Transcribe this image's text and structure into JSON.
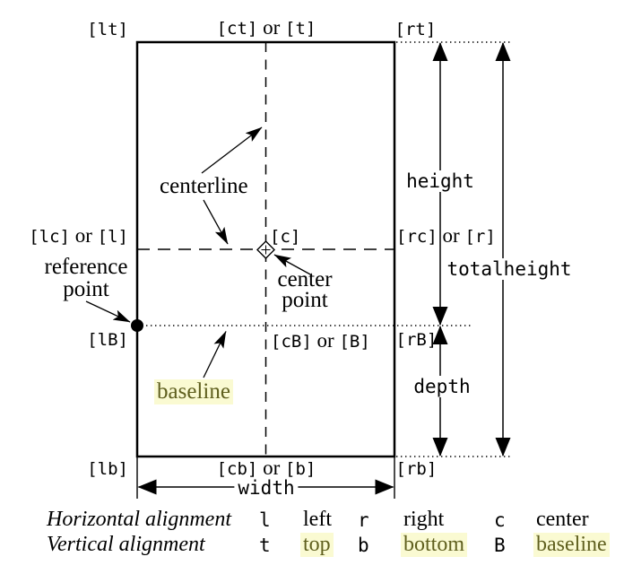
{
  "anchors": {
    "lt": "[lt]",
    "ct": "[ct]",
    "t": "[t]",
    "rt": "[rt]",
    "lc": "[lc]",
    "l": "[l]",
    "c": "[c]",
    "rc": "[rc]",
    "r": "[r]",
    "lB": "[lB]",
    "cB": "[cB]",
    "B": "[B]",
    "rB": "[rB]",
    "lb": "[lb]",
    "cb": "[cb]",
    "b": "[b]",
    "rb": "[rb]"
  },
  "conjunction": "or",
  "dimensions": {
    "height": "height",
    "totalheight": "totalheight",
    "depth": "depth",
    "width": "width"
  },
  "annotations": {
    "centerline": "centerline",
    "reference_line1": "reference",
    "reference_line2": "point",
    "center_line1": "center",
    "center_line2": "point",
    "baseline": "baseline"
  },
  "colors": {
    "highlight_bg": "#fafad2",
    "highlight_text": "#5f5f1e",
    "ink": "#000000"
  },
  "legend": {
    "rows": [
      {
        "label": "Horizontal alignment",
        "entries": [
          {
            "key": "l",
            "value": "left"
          },
          {
            "key": "r",
            "value": "right"
          },
          {
            "key": "c",
            "value": "center"
          }
        ]
      },
      {
        "label": "Vertical alignment",
        "entries": [
          {
            "key": "t",
            "value": "top"
          },
          {
            "key": "b",
            "value": "bottom"
          },
          {
            "key": "B",
            "value": "baseline"
          }
        ]
      }
    ]
  }
}
